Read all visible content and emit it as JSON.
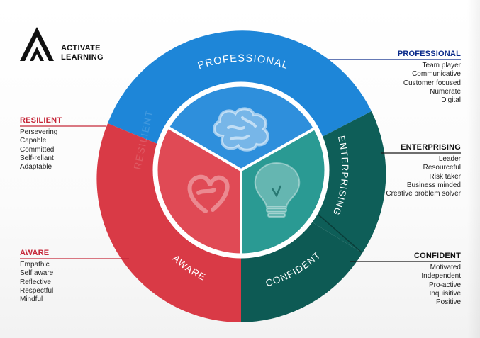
{
  "logo": {
    "line1": "ACTIVATE",
    "line2": "LEARNING"
  },
  "colors": {
    "professional": "#1e86d8",
    "resilient": "#d93a46",
    "aware": "#d93a46",
    "enterprising": "#0e5e58",
    "confident": "#0e5e58",
    "inner_teal": "#2a9a93",
    "red_title": "#c6283a",
    "blue_title": "#0a2a8a"
  },
  "wheel": {
    "segments": {
      "professional": "PROFESSIONAL",
      "enterprising": "ENTERPRISING",
      "confident": "CONFIDENT",
      "aware": "AWARE",
      "resilient": "RESILIENT"
    },
    "icons": [
      "brain-icon",
      "heart-icon",
      "lightbulb-icon"
    ]
  },
  "attributes": {
    "resilient": {
      "title": "RESILIENT",
      "items": [
        "Persevering",
        "Capable",
        "Committed",
        "Self-reliant",
        "Adaptable"
      ]
    },
    "aware": {
      "title": "AWARE",
      "items": [
        "Empathic",
        "Self aware",
        "Reflective",
        "Respectful",
        "Mindful"
      ]
    },
    "professional": {
      "title": "PROFESSIONAL",
      "items": [
        "Team player",
        "Communicative",
        "Customer focused",
        "Numerate",
        "Digital"
      ]
    },
    "enterprising": {
      "title": "ENTERPRISING",
      "items": [
        "Leader",
        "Resourceful",
        "Risk taker",
        "Business minded",
        "Creative problem solver"
      ]
    },
    "confident": {
      "title": "CONFIDENT",
      "items": [
        "Motivated",
        "Independent",
        "Pro-active",
        "Inquisitive",
        "Positive"
      ]
    }
  }
}
